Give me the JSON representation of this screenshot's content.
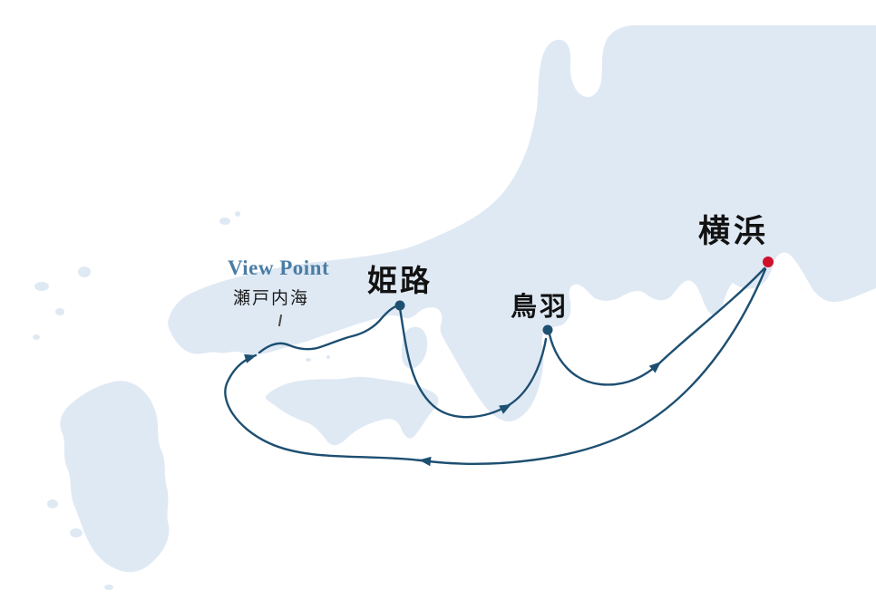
{
  "labels": {
    "yokohama": "横浜",
    "himeji": "姫路",
    "toba": "鳥羽",
    "view_point": "View Point",
    "seto_inland_sea": "瀬戸内海"
  },
  "colors": {
    "land": "#dfe9f4",
    "sea": "#ffffff",
    "route": "#1d4f71",
    "view_point_text": "#4a7da4",
    "label_text": "#121212",
    "yokohama_dot": "#d0112b",
    "port_dot": "#1d4f71"
  },
  "route": {
    "legs": [
      {
        "from": "横浜",
        "to": "瀬戸内海 View Point"
      },
      {
        "from": "瀬戸内海 View Point",
        "to": "姫路"
      },
      {
        "from": "姫路",
        "to": "鳥羽"
      },
      {
        "from": "鳥羽",
        "to": "横浜"
      }
    ]
  }
}
